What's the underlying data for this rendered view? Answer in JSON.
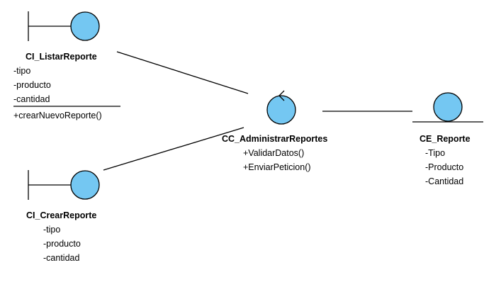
{
  "colors": {
    "shape_fill": "#74c7f2",
    "stroke": "#000000",
    "background": "#ffffff"
  },
  "elements": {
    "listar": {
      "stereotype": "boundary",
      "name": "CI_ListarReporte",
      "attributes": [
        "-tipo",
        "-producto",
        "-cantidad"
      ],
      "operations": [
        "+crearNuevoReporte()"
      ]
    },
    "crear": {
      "stereotype": "boundary",
      "name": "CI_CrearReporte",
      "attributes": [
        "-tipo",
        "-producto",
        "-cantidad"
      ],
      "operations": []
    },
    "control": {
      "stereotype": "control",
      "name": "CC_AdministrarReportes",
      "attributes": [],
      "operations": [
        "+ValidarDatos()",
        "+EnviarPeticion()"
      ]
    },
    "entity": {
      "stereotype": "entity",
      "name": "CE_Reporte",
      "attributes": [
        "-Tipo",
        "-Producto",
        "-Cantidad"
      ],
      "operations": []
    }
  },
  "associations": [
    {
      "from": "listar",
      "to": "control"
    },
    {
      "from": "crear",
      "to": "control"
    },
    {
      "from": "control",
      "to": "entity"
    }
  ]
}
